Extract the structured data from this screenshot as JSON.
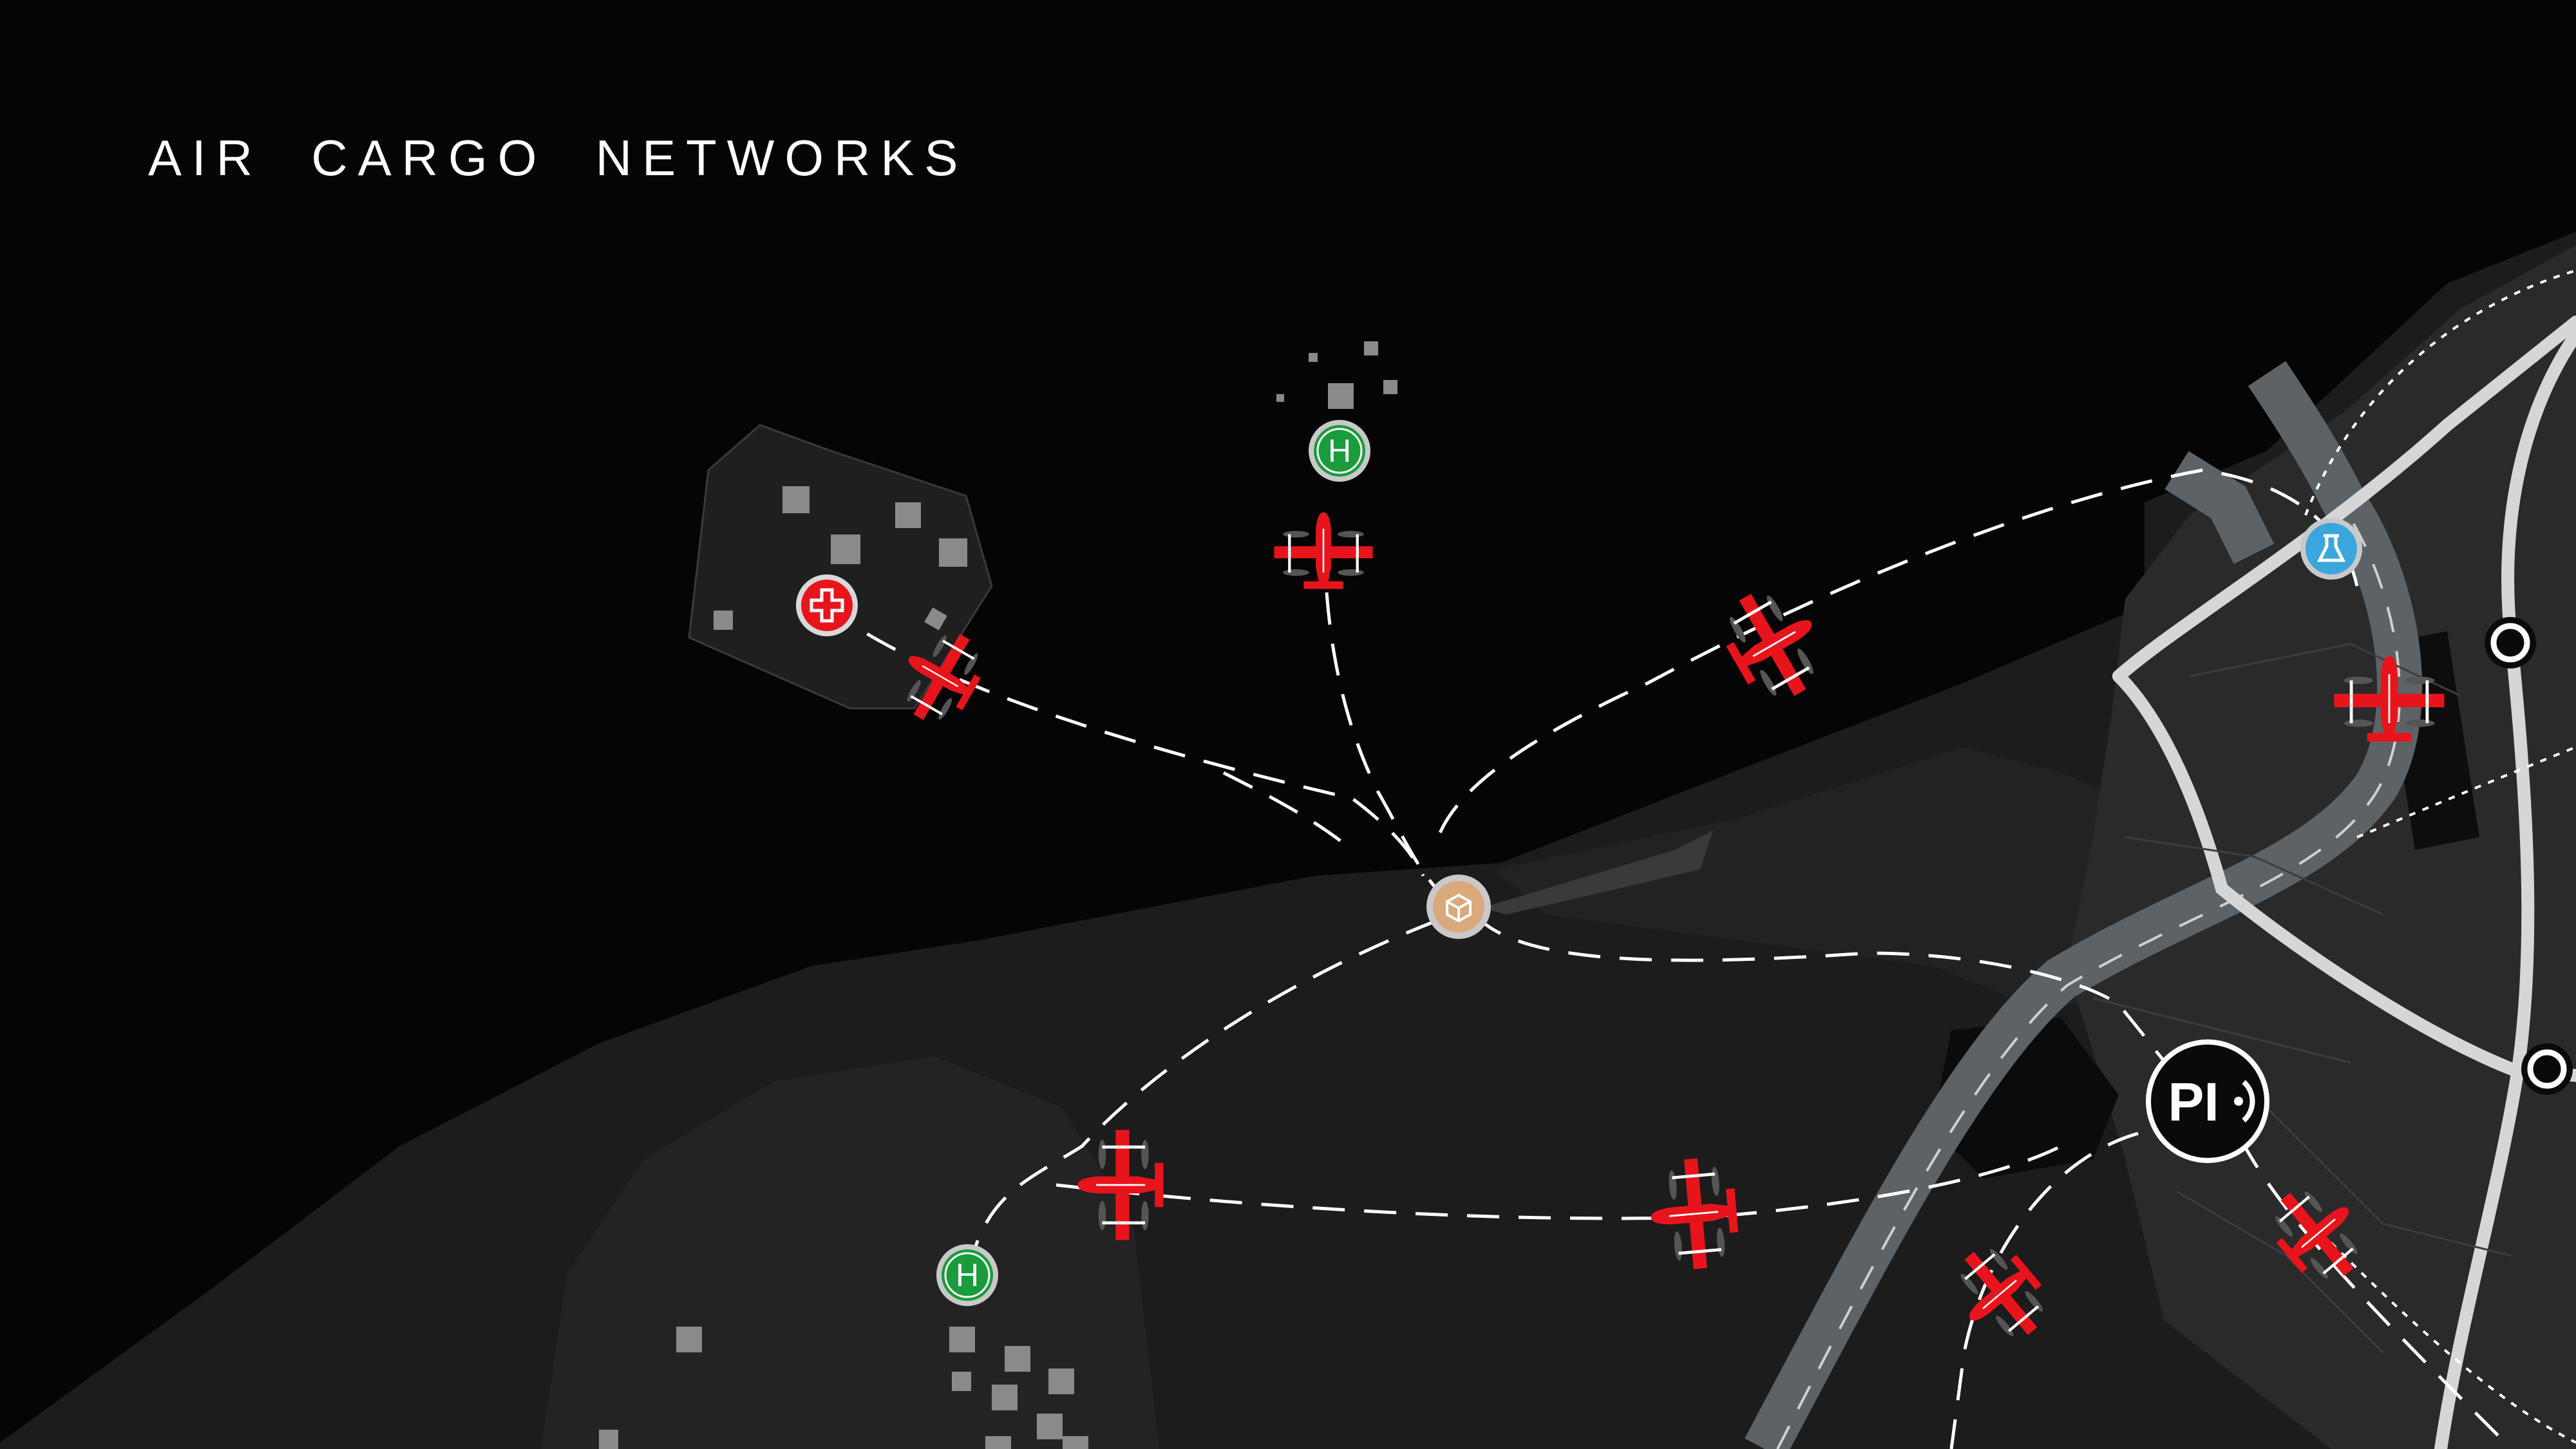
{
  "title": "AIR  CARGO  NETWORKS",
  "hub_logo": "PI",
  "colors": {
    "background": "#060505",
    "land": "#1b1b1b",
    "land_light": "#2a2a2a",
    "river": "#5d6266",
    "road": "#d6d6d6",
    "route": "#ffffff",
    "aircraft": "#e8141c",
    "helipad": "#1a9b3c",
    "hospital": "#e8141c",
    "lab": "#3aa6dc",
    "depot": "#d9a97c"
  },
  "markers": [
    {
      "name": "hospital-marker",
      "icon": "medical-cross-icon"
    },
    {
      "name": "helipad-north-marker",
      "icon": "helipad-icon",
      "label": "H"
    },
    {
      "name": "helipad-south-marker",
      "icon": "helipad-icon",
      "label": "H"
    },
    {
      "name": "depot-marker",
      "icon": "package-icon"
    },
    {
      "name": "lab-marker",
      "icon": "flask-icon"
    },
    {
      "name": "hub-marker",
      "icon": "hub-logo-icon"
    }
  ]
}
